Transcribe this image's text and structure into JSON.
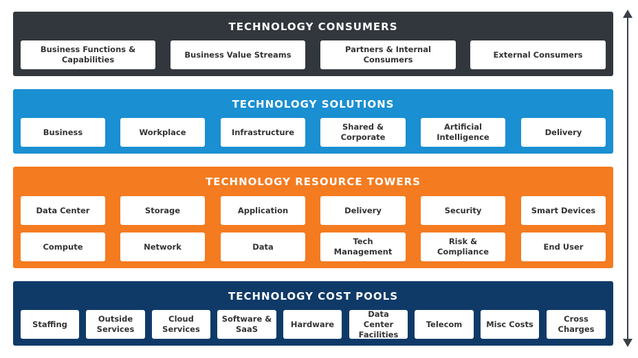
{
  "colors": {
    "consumers_bg": "#32373d",
    "solutions_bg": "#1a8fd1",
    "towers_bg": "#f47b20",
    "pools_bg": "#0f3a68",
    "box_bg": "#ffffff",
    "box_text": "#333333"
  },
  "consumers": {
    "title": "TECHNOLOGY CONSUMERS",
    "items": [
      "Business Functions &\nCapabilities",
      "Business Value Streams",
      "Partners & Internal Consumers",
      "External Consumers"
    ]
  },
  "solutions": {
    "title": "TECHNOLOGY SOLUTIONS",
    "items": [
      "Business",
      "Workplace",
      "Infrastructure",
      "Shared &\nCorporate",
      "Artificial\nIntelligence",
      "Delivery"
    ]
  },
  "towers": {
    "title": "TECHNOLOGY RESOURCE TOWERS",
    "row1": [
      "Data Center",
      "Storage",
      "Application",
      "Delivery",
      "Security",
      "Smart Devices"
    ],
    "row2": [
      "Compute",
      "Network",
      "Data",
      "Tech Management",
      "Risk & Compliance",
      "End User"
    ]
  },
  "pools": {
    "title": "TECHNOLOGY COST POOLS",
    "items": [
      "Staffing",
      "Outside\nServices",
      "Cloud\nServices",
      "Software &\nSaaS",
      "Hardware",
      "Data Center\nFacilities",
      "Telecom",
      "Misc Costs",
      "Cross\nCharges"
    ]
  },
  "axis_icon": "double-arrow-vertical-icon"
}
